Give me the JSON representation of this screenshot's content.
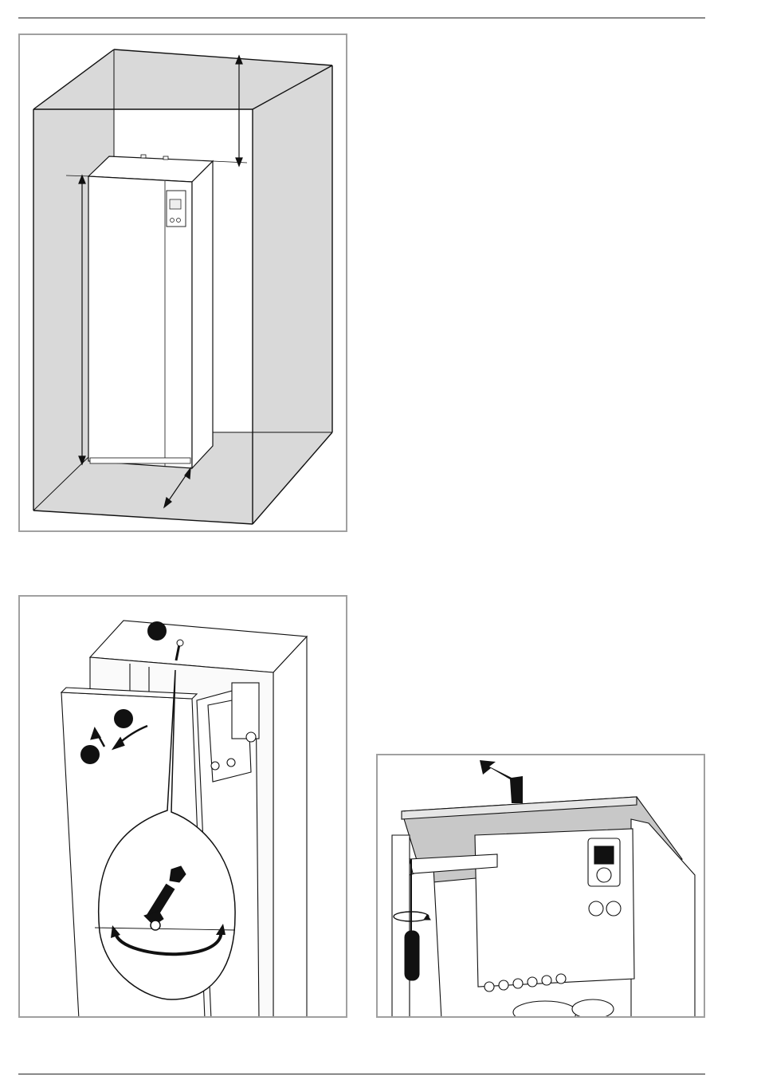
{
  "page": {
    "header_rule": true,
    "footer_rule": true
  },
  "figures": [
    {
      "id": "clearance",
      "icon": "unit-in-room-clearance-diagram",
      "dimension_arrows": [
        "top-clearance-arrow",
        "height-arrow",
        "front-clearance-arrow"
      ],
      "labels": []
    },
    {
      "id": "front-panel-removal",
      "icon": "front-panel-removal-diagram",
      "steps_marked": 3,
      "tools": [
        "wrench-icon"
      ],
      "labels": []
    },
    {
      "id": "top-cover-removal",
      "icon": "top-cover-removal-diagram",
      "tools": [
        "screwdriver-icon"
      ],
      "labels": []
    }
  ],
  "colors": {
    "panel_border": "#a0a0a0",
    "wall_fill": "#d9d9d9",
    "cover_fill": "#c8c8c8",
    "line": "#111111"
  }
}
